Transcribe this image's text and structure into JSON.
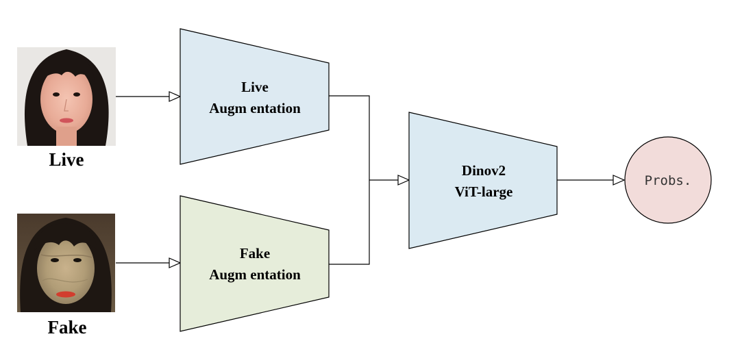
{
  "inputs": {
    "live": {
      "caption": "Live"
    },
    "fake": {
      "caption": "Fake"
    }
  },
  "blocks": {
    "live_augmentation": {
      "line1": "Live",
      "line2": "Augm entation"
    },
    "fake_augmentation": {
      "line1": "Fake",
      "line2": "Augm entation"
    },
    "backbone": {
      "line1": "Dinov2",
      "line2": "ViT-large"
    }
  },
  "output": {
    "label": "Probs."
  },
  "colors": {
    "live_aug_fill": "#ddeaf2",
    "fake_aug_fill": "#e6edda",
    "backbone_fill": "#dbeaf2",
    "output_fill": "#f2dcda",
    "stroke": "#000000"
  },
  "icons": {
    "live_face": "live-face-photo",
    "fake_face": "fake-face-photo"
  }
}
